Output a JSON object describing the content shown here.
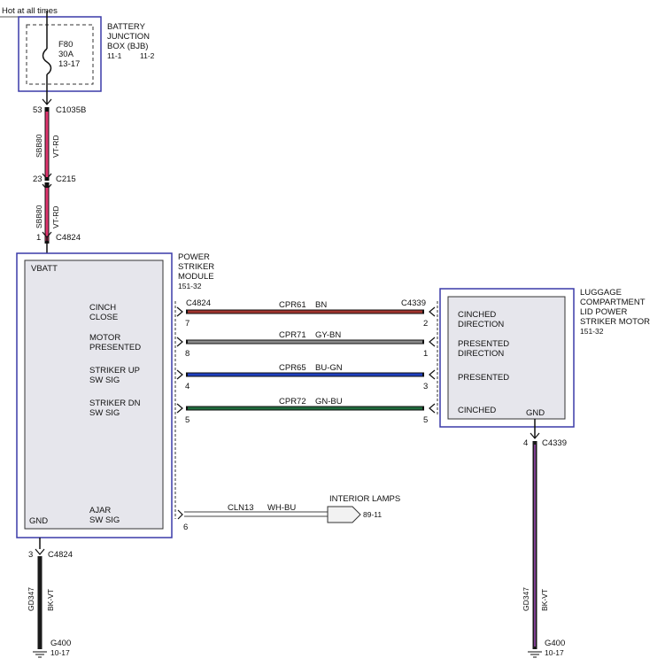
{
  "header": {
    "hot_text": "Hot at all times"
  },
  "bjb": {
    "fuse": "F80",
    "amps": "30A",
    "fuse_ref": "13-17",
    "title": [
      "BATTERY",
      "JUNCTION",
      "BOX (BJB)"
    ],
    "ref_left": "11-1",
    "ref_right": "11-2"
  },
  "feed": {
    "c1": {
      "pin": "53",
      "name": "C1035B"
    },
    "w1": {
      "circuit": "SBB80",
      "color": "VT-RD"
    },
    "c2": {
      "pin": "23",
      "name": "C215"
    },
    "w2": {
      "circuit": "SBB80",
      "color": "VT-RD"
    },
    "c3": {
      "pin": "1",
      "name": "C4824"
    }
  },
  "module": {
    "vbatt": "VBATT",
    "gnd": "GND",
    "title": [
      "POWER",
      "STRIKER",
      "MODULE"
    ],
    "ref": "151-32",
    "pins": [
      {
        "line1": "CINCH",
        "line2": "CLOSE"
      },
      {
        "line1": "MOTOR",
        "line2": "PRESENTED"
      },
      {
        "line1": "STRIKER UP",
        "line2": "SW SIG"
      },
      {
        "line1": "STRIKER DN",
        "line2": "SW SIG"
      },
      {
        "line1": "AJAR",
        "line2": "SW SIG"
      }
    ],
    "connector": "C4824"
  },
  "wires": [
    {
      "circuit": "CPR61",
      "color": "BN",
      "pin_left": "7",
      "pin_right": "2",
      "stroke": "#a0342e"
    },
    {
      "circuit": "CPR71",
      "color": "GY-BN",
      "pin_left": "8",
      "pin_right": "1",
      "stroke": "#8a8a8a"
    },
    {
      "circuit": "CPR65",
      "color": "BU-GN",
      "pin_left": "4",
      "pin_right": "3",
      "stroke": "#1f3fbf"
    },
    {
      "circuit": "CPR72",
      "color": "GN-BU",
      "pin_left": "5",
      "pin_right": "5",
      "stroke": "#1e6a3c"
    }
  ],
  "motor": {
    "connector": "C4339",
    "title": [
      "LUGGAGE",
      "COMPARTMENT",
      "LID POWER",
      "STRIKER MOTOR"
    ],
    "ref": "151-32",
    "pins": [
      {
        "line1": "CINCHED",
        "line2": "DIRECTION"
      },
      {
        "line1": "PRESENTED",
        "line2": "DIRECTION"
      },
      {
        "line1": "PRESENTED",
        "line2": ""
      },
      {
        "line1": "CINCHED",
        "line2": ""
      }
    ],
    "gnd": "GND"
  },
  "ajar_wire": {
    "circuit": "CLN13",
    "color": "WH-BU",
    "pin": "6"
  },
  "lamps": {
    "label": "INTERIOR LAMPS",
    "ref": "89-11"
  },
  "module_ground": {
    "pin": "3",
    "connector": "C4824",
    "circuit": "GD347",
    "color": "BK-VT",
    "ground": "G400",
    "ref": "10-17"
  },
  "motor_ground": {
    "pin": "4",
    "connector": "C4339",
    "circuit": "GD347",
    "color": "BK-VT",
    "ground": "G400",
    "ref": "10-17"
  },
  "colors": {
    "box_border": "#3a3aa8",
    "box_fill": "#e6e6ec",
    "wire_vt_rd": "#e0346e",
    "wire_bk_vt": "#1a1a1a"
  }
}
